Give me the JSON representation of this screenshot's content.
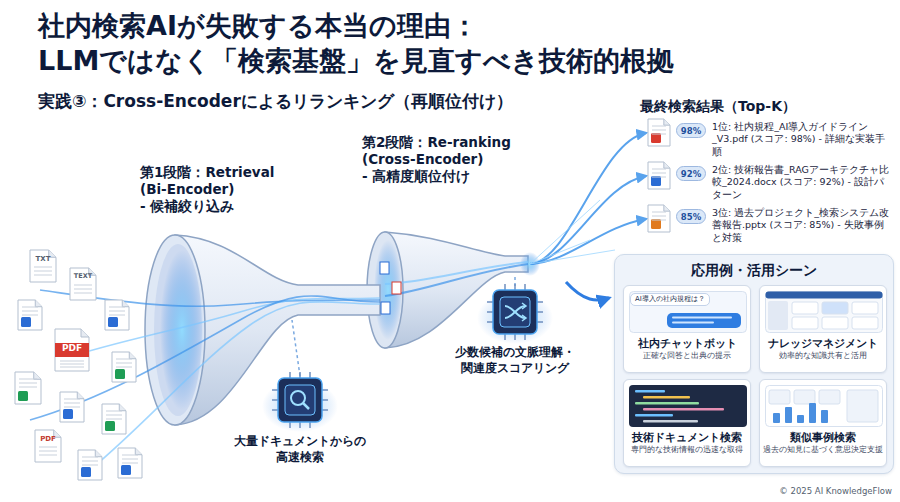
{
  "diagram": {
    "title": "社内検索AIが失敗する本当の理由： LLMではなく「検索基盤」を見直すべき技術的根拠",
    "nodes": [
      {
        "text": [
          "98%"
        ]
      },
      {
        "text": [
          "92%"
        ]
      },
      {
        "text": [
          "85%"
        ]
      },
      {
        "text": [
          "応用例・活用シーン"
        ]
      },
      {
        "text": [
          "社内チャットボット",
          "正確な回答と出典の提示"
        ],
        "in": 3
      },
      {
        "text": [
          "AI導入の社内規程は？"
        ],
        "in": 4
      },
      {
        "text": [
          "ナレッジマネジメント",
          "効率的な知識共有と活用"
        ],
        "in": 3
      },
      {
        "text": [
          "技術ドキュメント検索",
          "専門的な技術情報の迅速な取得"
        ],
        "in": 3
      },
      {
        "text": [
          "類似事例検索",
          "過去の知見に基づく意思決定支援"
        ],
        "in": 3
      }
    ],
    "labels": [
      "実践③：Cross-Encoderによるリランキング（再順位付け）",
      "第1段階：Retrieval (Bi-Encoder) - 候補絞り込み",
      "第2段階：Re-ranking (Cross-Encoder) - 高精度順位付け",
      "最終検索結果（Top-K）",
      "1位: 社内規程_AI導入ガイドライン_V3.pdf (スコア: 98%) - 詳細な実装手順",
      "2位: 技術報告書_RAGアーキテクチャ比較_2024.docx (スコア: 92%) - 設計パターン",
      "3位: 過去プロジェクト_検索システム改善報告.pptx (スコア: 85%) - 失敗事例と対策",
      "大量ドキュメントからの 高速検索",
      "少数候補の文脈理解・ 関連度スコアリング",
      "TXT",
      "TEXT",
      "PDF",
      "PDF",
      "© 2025 AI KnowledgeFlow"
    ]
  }
}
